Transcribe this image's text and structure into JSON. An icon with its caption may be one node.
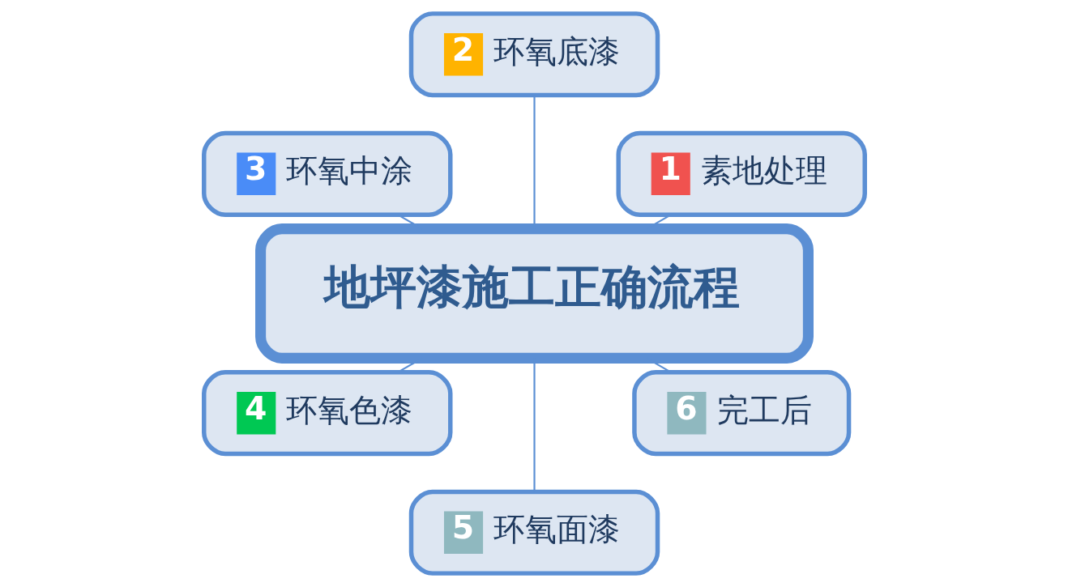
{
  "diagram": {
    "nodes": [
      {
        "text": [
          "地坪漆施工正确流程"
        ]
      },
      {
        "text": [
          "1",
          "素地处理"
        ]
      },
      {
        "text": [
          "2",
          "环氧底漆"
        ]
      },
      {
        "text": [
          "3",
          "环氧中涂"
        ]
      },
      {
        "text": [
          "4",
          "环氧色漆"
        ]
      },
      {
        "text": [
          "5",
          "环氧面漆"
        ]
      },
      {
        "text": [
          "6",
          "完工后"
        ]
      }
    ],
    "edges": [
      {
        "from": 0,
        "to": 1,
        "arrow": "none"
      },
      {
        "from": 0,
        "to": 2,
        "arrow": "none"
      },
      {
        "from": 0,
        "to": 3,
        "arrow": "none"
      },
      {
        "from": 0,
        "to": 4,
        "arrow": "none"
      },
      {
        "from": 0,
        "to": 5,
        "arrow": "none"
      },
      {
        "from": 0,
        "to": 6,
        "arrow": "none"
      }
    ]
  }
}
